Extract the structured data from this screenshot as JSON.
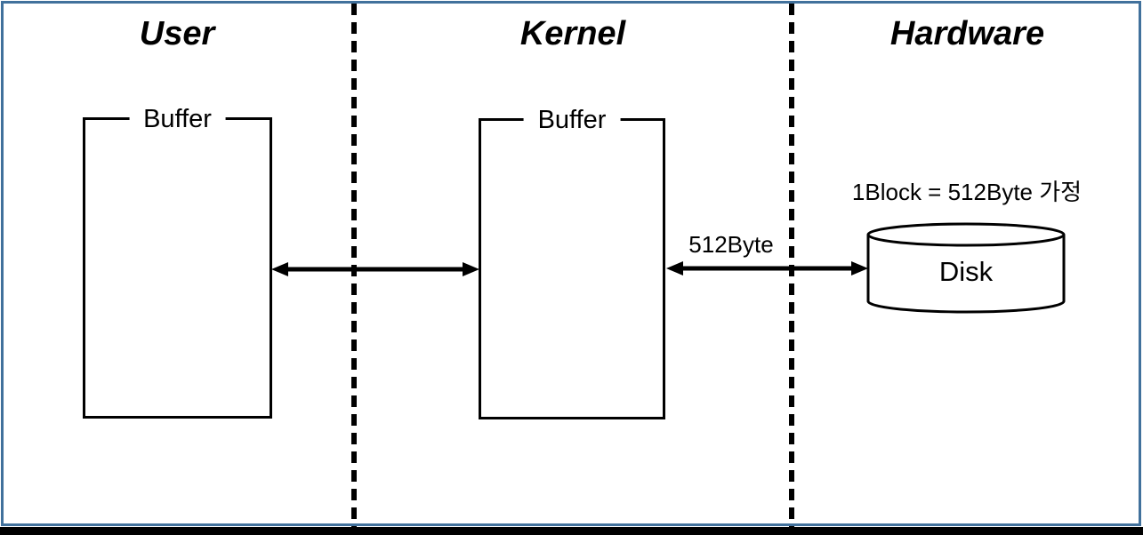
{
  "slide": {
    "sections": [
      {
        "label": "User"
      },
      {
        "label": "Kernel"
      },
      {
        "label": "Hardware"
      }
    ],
    "user_buffer": {
      "label": "Buffer"
    },
    "kernel_buffer": {
      "label": "Buffer"
    },
    "disk": {
      "label": "Disk"
    },
    "kernel_disk_arrow": {
      "label": "512Byte"
    },
    "note": "1Block = 512Byte 가정",
    "colors": {
      "frame_border": "#41719C",
      "ink": "#000000",
      "background": "#FFFFFF"
    }
  }
}
